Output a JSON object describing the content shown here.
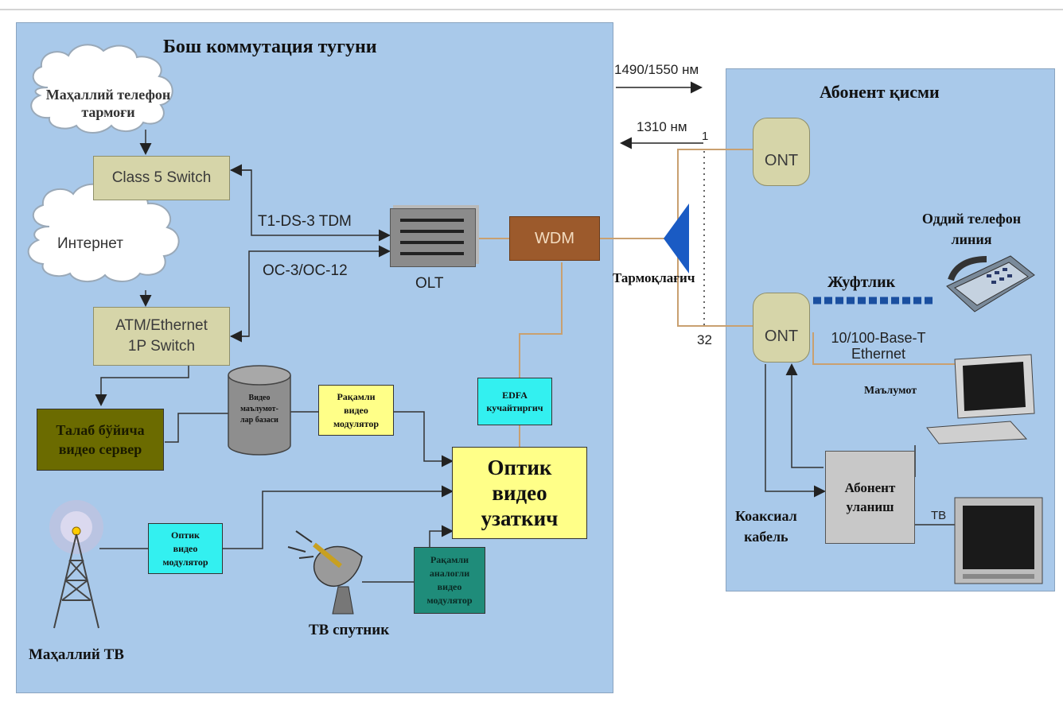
{
  "left_panel": {
    "title": "Бош коммутация тугуни"
  },
  "right_panel": {
    "title": "Абонент қисми"
  },
  "clouds": {
    "local_phone_network": "Маҳаллий телефон тармоғи",
    "internet": "Интернет"
  },
  "switches": {
    "class5": "Class 5 Switch",
    "atm_line1": "ATM/Ethernet",
    "atm_line2": "1P Switch"
  },
  "links": {
    "tdm": "T1-DS-3 TDM",
    "oc": "OC-3/OC-12",
    "wl_down": "1490/1550 нм",
    "wl_up": "1310 нм",
    "port_first": "1",
    "port_last": "32"
  },
  "olt": "OLT",
  "wdm": "WDM",
  "splitter": "Тармоқлағич",
  "edfa": {
    "line1": "EDFA",
    "line2": "кучайтиргич"
  },
  "video_server": {
    "line1": "Талаб бўйича",
    "line2": "видео сервер"
  },
  "video_db": {
    "line1": "Видео",
    "line2": "маълумот-",
    "line3": "лар базаси"
  },
  "digital_modulator": {
    "line1": "Рақамли",
    "line2": "видео",
    "line3": "модулятор"
  },
  "optic_transmitter": {
    "line1": "Оптик",
    "line2": "видео",
    "line3": "узаткич"
  },
  "optic_modulator": {
    "line1": "Оптик",
    "line2": "видео",
    "line3": "модулятор"
  },
  "analog_modulator": {
    "line1": "Рақамли",
    "line2": "аналогли",
    "line3": "видео",
    "line4": "модулятор"
  },
  "local_tv": "Маҳаллий ТВ",
  "tv_satellite": "ТВ спутник",
  "ont_top": "ONT",
  "ont_bottom": "ONT",
  "phone_line": {
    "line1": "Оддий телефон",
    "line2": "линия"
  },
  "twisted_pair": "Жуфтлик",
  "ethernet": {
    "line1": "10/100-Base-T",
    "line2": "Ethernet"
  },
  "data_label": "Маълумот",
  "subscriber_connection": {
    "line1": "Абонент",
    "line2": "уланиш"
  },
  "coax": {
    "line1": "Коаксиал",
    "line2": "кабель"
  },
  "tv_label": "ТВ",
  "colors": {
    "panel_bg": "#a9c9ea",
    "switch_bg": "#d6d5a9",
    "wdm_bg": "#9c5a2c",
    "video_server_bg": "#6b6b00",
    "cyan_box": "#33f0f0",
    "yellow_box": "#ffff88",
    "teal_box": "#1f8c7a",
    "splitter": "#1a5bc4",
    "fiber": "#c9a070"
  }
}
